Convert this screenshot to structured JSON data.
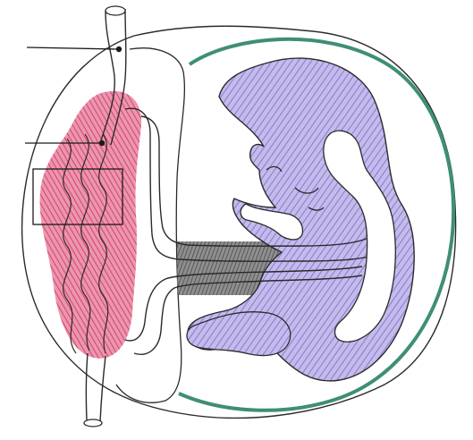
{
  "figure": {
    "style": "hand-drawn colored pencil illustration",
    "colors": {
      "placenta": "#d23c68",
      "fetus": "#9a8bd6",
      "amnion": "#3f8f72",
      "umbilical_cord": "#5a5a5a",
      "outline": "#222222",
      "background": "#ffffff"
    },
    "label_pointers": [
      {
        "id": "pointer-1",
        "text": ""
      },
      {
        "id": "pointer-2",
        "text": ""
      }
    ],
    "highlight_box": {
      "present": true
    }
  }
}
